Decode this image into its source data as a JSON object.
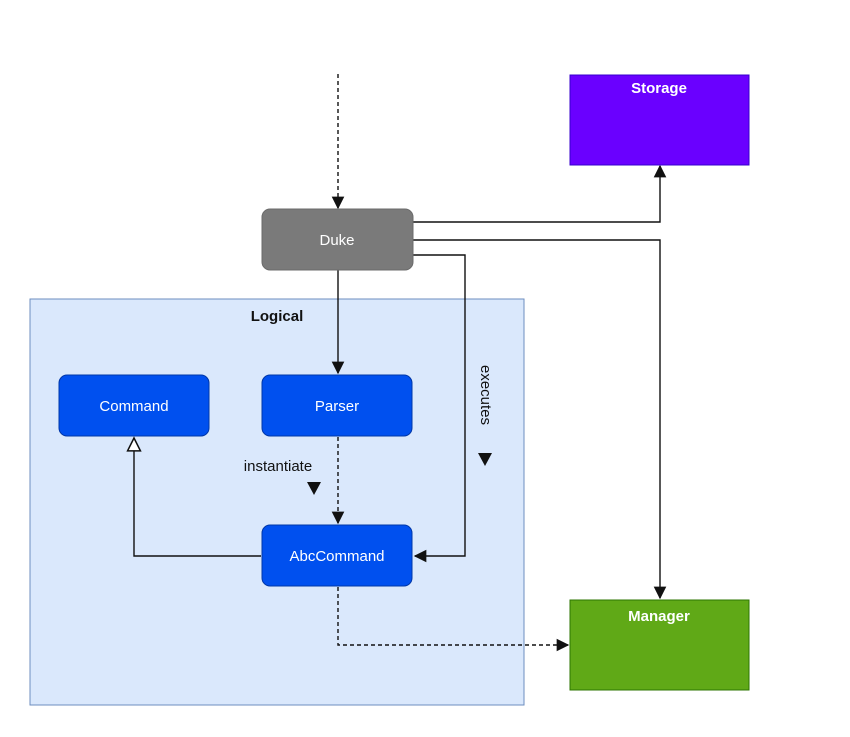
{
  "diagram": {
    "title": "",
    "logical": {
      "label": "Logical"
    },
    "nodes": {
      "duke": {
        "label": "Duke"
      },
      "parser": {
        "label": "Parser"
      },
      "command": {
        "label": "Command"
      },
      "abc_command": {
        "label": "AbcCommand"
      },
      "storage": {
        "label": "Storage"
      },
      "manager": {
        "label": "Manager"
      }
    },
    "edge_labels": {
      "instantiate": "instantiate",
      "executes": "executes"
    },
    "colors": {
      "logical_fill": "#dae8fc",
      "logical_stroke": "#6c8ebf",
      "duke_fill": "#7a7a7a",
      "component_fill": "#0050ef",
      "storage_fill": "#6a00ff",
      "manager_fill": "#60a917",
      "edge": "#111111"
    }
  }
}
